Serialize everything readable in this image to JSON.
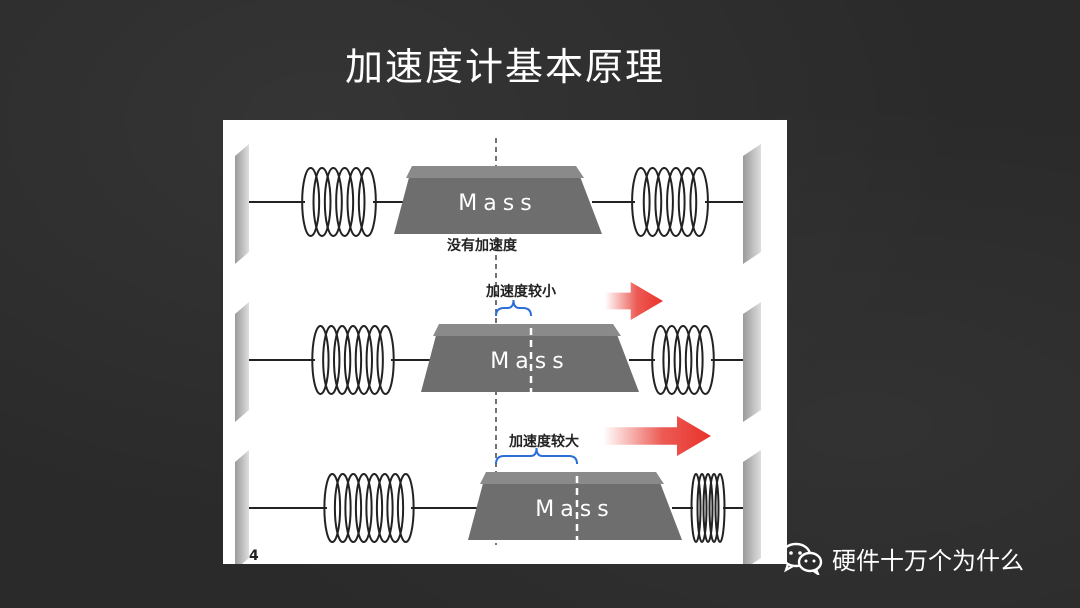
{
  "slide": {
    "title": "加速度计基本原理"
  },
  "diagram": {
    "mass_label": "Mass",
    "rows": [
      {
        "caption": "没有加速度",
        "arrow": false
      },
      {
        "caption": "加速度较小",
        "arrow": true
      },
      {
        "caption": "加速度较大",
        "arrow": true
      }
    ],
    "page_number": "4",
    "colors": {
      "mass": "#6e6e6e",
      "arrow": "#e8322a",
      "brace": "#2b6fd6"
    }
  },
  "watermark": {
    "icon": "wechat-icon",
    "text": "硬件十万个为什么"
  }
}
